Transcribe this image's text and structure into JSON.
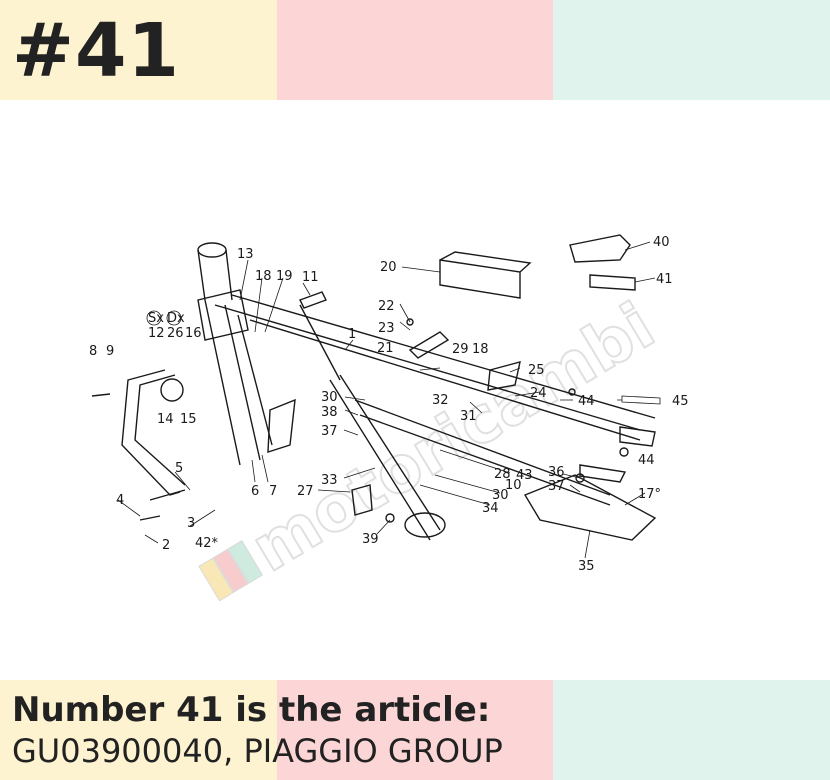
{
  "header": {
    "badge": "#41",
    "band_colors": [
      "#fdf3d1",
      "#fcd6d6",
      "#e0f3ec"
    ]
  },
  "footer": {
    "line1": "Number 41 is the article:",
    "line2": "GU03900040, PIAGGIO GROUP",
    "band_colors": [
      "#fdf3d1",
      "#fcd6d6",
      "#e0f3ec"
    ]
  },
  "watermark": {
    "text": "motoricambi",
    "note_colors": [
      "#f5d77c",
      "#f4a3a3",
      "#a9dcc6"
    ]
  },
  "diagram": {
    "side_marks": {
      "left": "Sx",
      "right": "Dx"
    },
    "angle_label": "17°",
    "callouts": [
      "1",
      "2",
      "3",
      "4",
      "5",
      "6",
      "7",
      "8",
      "9",
      "10",
      "11",
      "12",
      "13",
      "14",
      "15",
      "16",
      "17",
      "18",
      "19",
      "20",
      "21",
      "22",
      "23",
      "24",
      "25",
      "26",
      "27",
      "28",
      "29",
      "30",
      "31",
      "32",
      "33",
      "34",
      "35",
      "36",
      "37",
      "38",
      "39",
      "40",
      "41",
      "42*",
      "43",
      "44",
      "45"
    ]
  }
}
